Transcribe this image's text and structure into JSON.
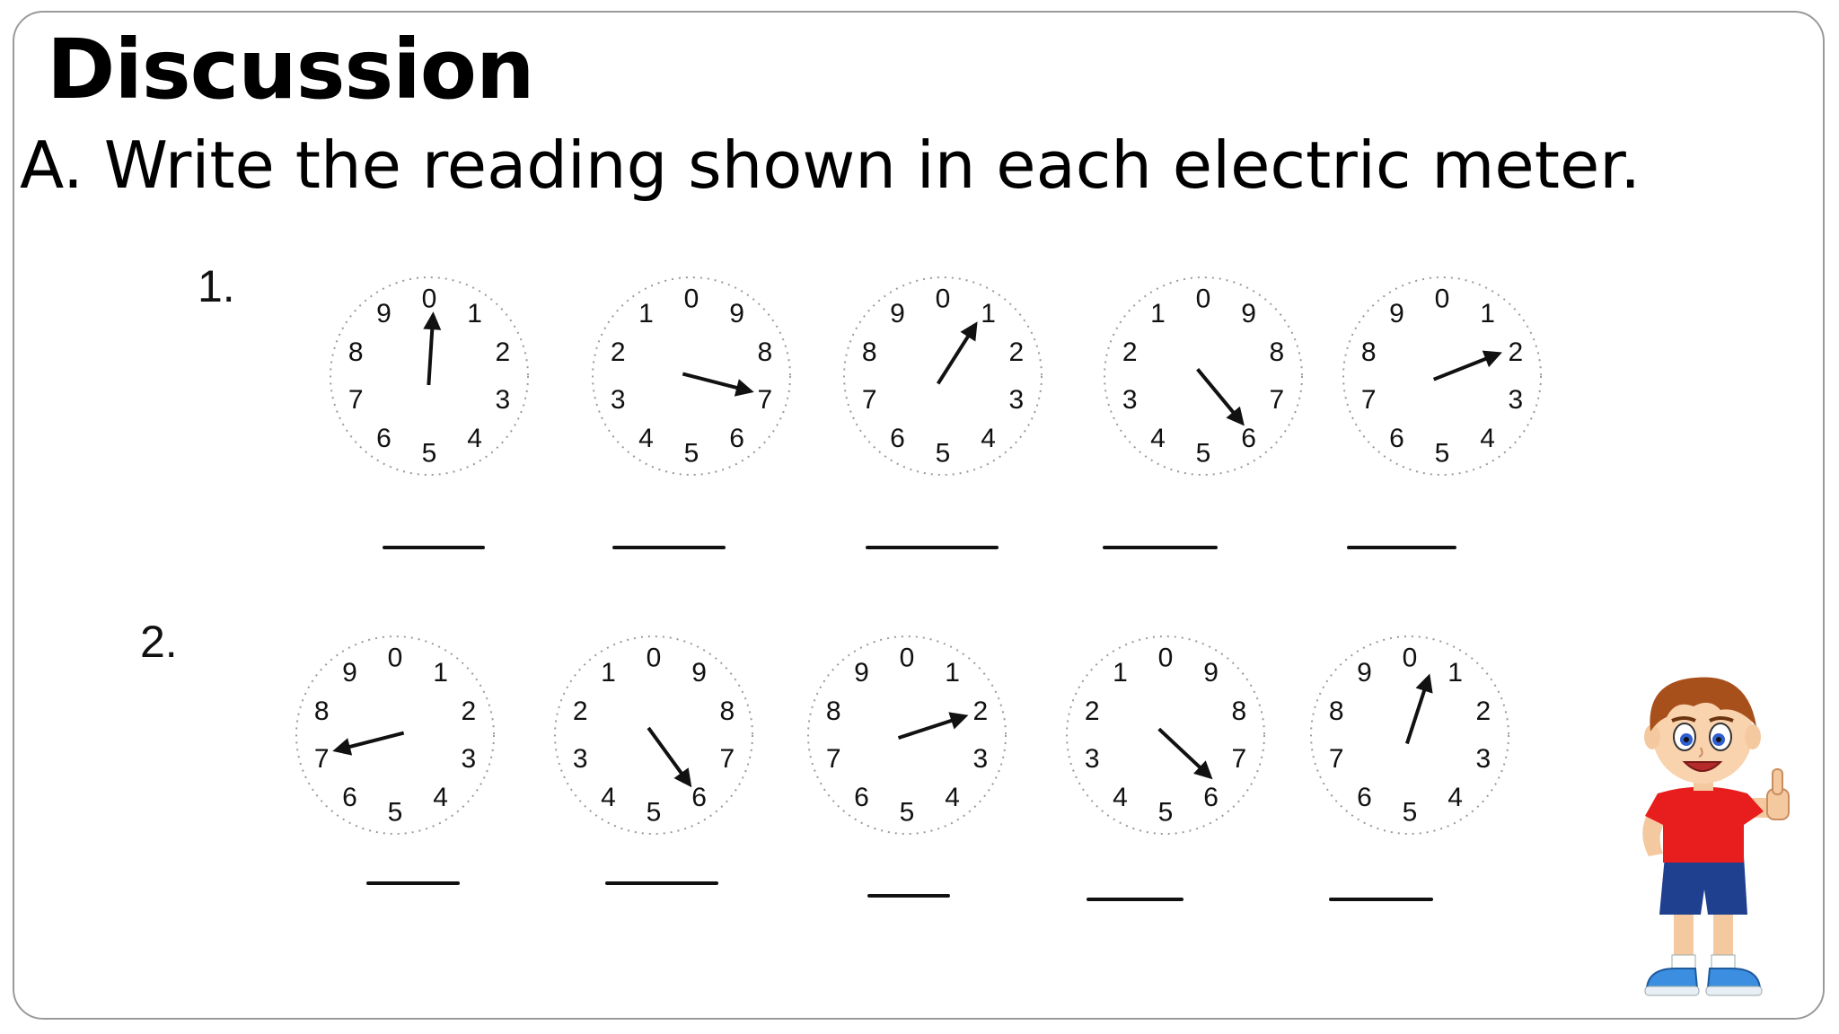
{
  "slide": {
    "title": "Discussion",
    "instruction": "A. Write the reading shown in each electric meter."
  },
  "rows": [
    {
      "label": "1.",
      "meters": [
        {
          "direction": "clockwise",
          "digits": [
            "0",
            "1",
            "2",
            "3",
            "4",
            "5",
            "6",
            "7",
            "8",
            "9"
          ],
          "pointer": 0.1
        },
        {
          "direction": "counterclockwise",
          "digits": [
            "0",
            "9",
            "8",
            "7",
            "6",
            "5",
            "4",
            "3",
            "2",
            "1"
          ],
          "pointer": 7.1
        },
        {
          "direction": "clockwise",
          "digits": [
            "0",
            "1",
            "2",
            "3",
            "4",
            "5",
            "6",
            "7",
            "8",
            "9"
          ],
          "pointer": 0.9
        },
        {
          "direction": "counterclockwise",
          "digits": [
            "0",
            "9",
            "8",
            "7",
            "6",
            "5",
            "4",
            "3",
            "2",
            "1"
          ],
          "pointer": 6.1
        },
        {
          "direction": "clockwise",
          "digits": [
            "0",
            "1",
            "2",
            "3",
            "4",
            "5",
            "6",
            "7",
            "8",
            "9"
          ],
          "pointer": 1.9
        }
      ]
    },
    {
      "label": "2.",
      "meters": [
        {
          "direction": "clockwise",
          "digits": [
            "0",
            "1",
            "2",
            "3",
            "4",
            "5",
            "6",
            "7",
            "8",
            "9"
          ],
          "pointer": 7.1
        },
        {
          "direction": "counterclockwise",
          "digits": [
            "0",
            "9",
            "8",
            "7",
            "6",
            "5",
            "4",
            "3",
            "2",
            "1"
          ],
          "pointer": 6.0
        },
        {
          "direction": "clockwise",
          "digits": [
            "0",
            "1",
            "2",
            "3",
            "4",
            "5",
            "6",
            "7",
            "8",
            "9"
          ],
          "pointer": 2.0
        },
        {
          "direction": "counterclockwise",
          "digits": [
            "0",
            "9",
            "8",
            "7",
            "6",
            "5",
            "4",
            "3",
            "2",
            "1"
          ],
          "pointer": 6.3
        },
        {
          "direction": "clockwise",
          "digits": [
            "0",
            "1",
            "2",
            "3",
            "4",
            "5",
            "6",
            "7",
            "8",
            "9"
          ],
          "pointer": 0.5
        }
      ]
    }
  ],
  "illustration": {
    "icon": "thumbs-up-boy-icon",
    "shirt_color": "#e81e1e",
    "shorts_color": "#1f3f8f",
    "hair_color": "#a8501c"
  }
}
